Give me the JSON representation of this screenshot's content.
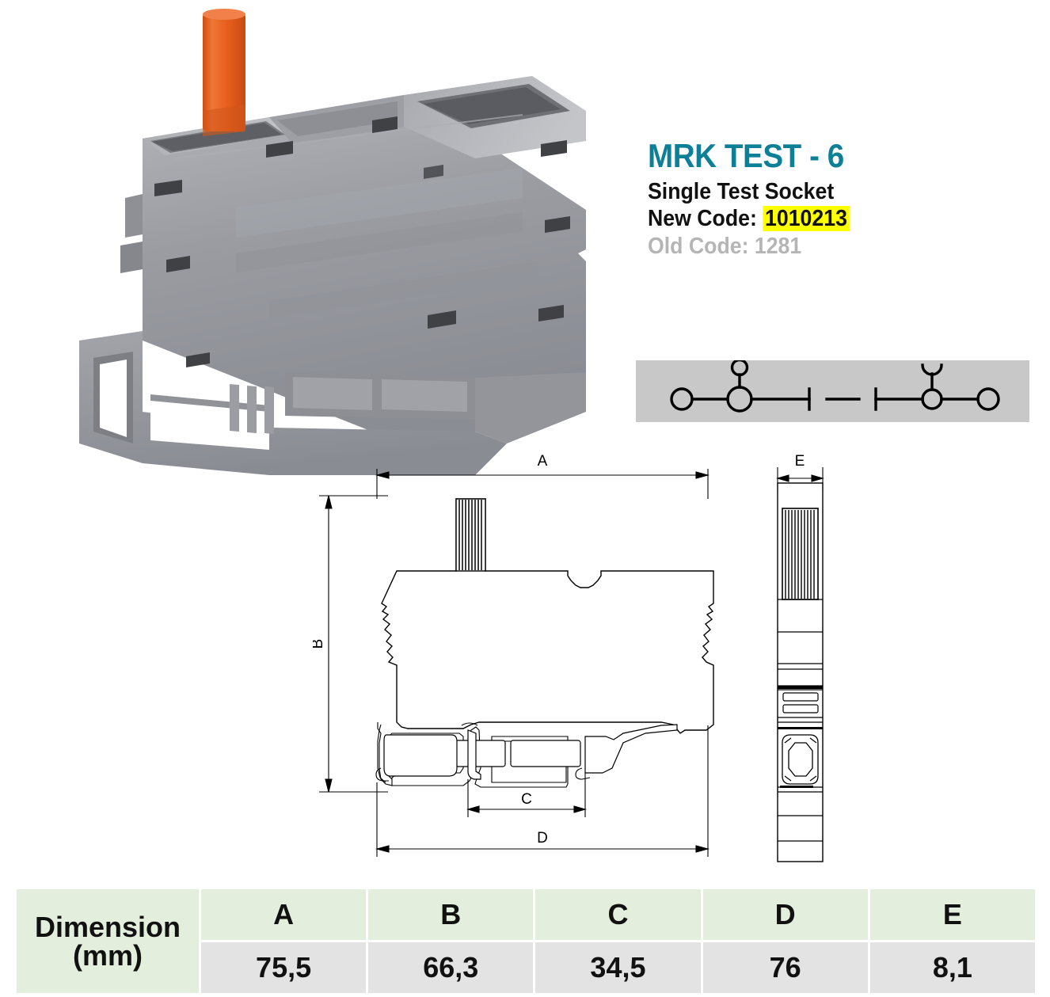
{
  "product": {
    "title": "MRK TEST - 6",
    "subtitle": "Single Test Socket",
    "new_code_label": "New Code: ",
    "new_code_value": "1010213",
    "old_code": "Old Code: 1281",
    "title_color": "#0d7f97",
    "highlight_color": "#ffff00",
    "old_code_color": "#b5b5b5"
  },
  "photo": {
    "alt": "gray DIN rail terminal block with orange test plug",
    "body_color": "#9a9ca2",
    "plug_color": "#e8601f"
  },
  "symbol": {
    "background": "#c8c8c8",
    "description": "single test socket schematic"
  },
  "drawing": {
    "front_view_labels": {
      "A": "A",
      "B": "B",
      "C": "C",
      "D": "D"
    },
    "side_view_labels": {
      "E": "E"
    }
  },
  "table": {
    "row_label_line1": "Dimension",
    "row_label_line2": "(mm)",
    "headers": [
      "A",
      "B",
      "C",
      "D",
      "E"
    ],
    "values": [
      "75,5",
      "66,3",
      "34,5",
      "76",
      "8,1"
    ],
    "header_bg": "#e4eedd",
    "value_bg": "#e3e3e3"
  }
}
